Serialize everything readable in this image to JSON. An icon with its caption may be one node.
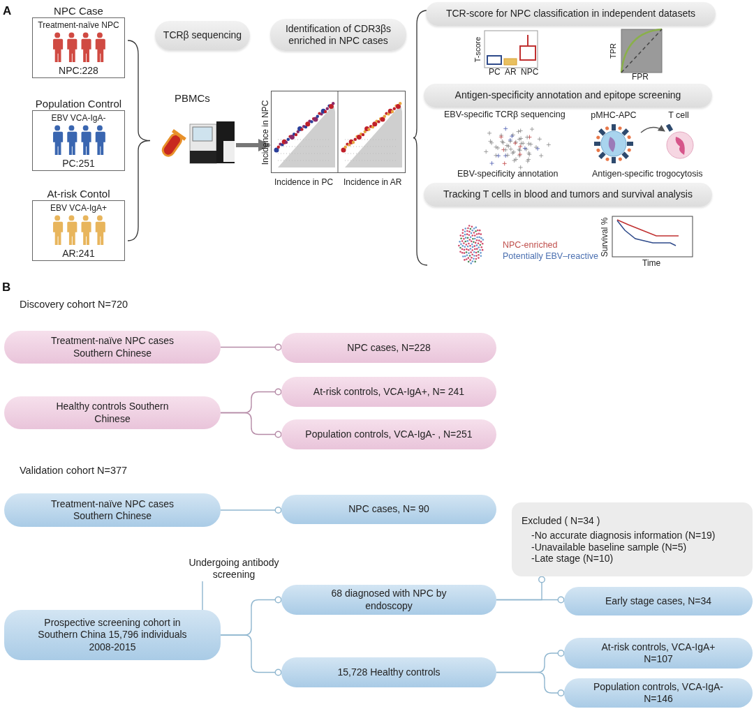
{
  "diagram": {
    "nodes": [
      {
        "text": [
          "NPC Case",
          "Treatment-naïve NPC",
          "NPC:228"
        ]
      },
      {
        "text": [
          "Population Control",
          "EBV VCA-IgA-",
          "PC:251"
        ]
      },
      {
        "text": [
          "At-risk Contol",
          "EBV VCA-IgA+",
          "AR:241"
        ]
      },
      {
        "text": [
          "TCRβ sequencing"
        ]
      },
      {
        "text": [
          "Identification of CDR3βs enriched in NPC cases"
        ]
      },
      {
        "text": [],
        "shape": "picture"
      },
      {
        "text": [],
        "shape": "picture"
      },
      {
        "text": [
          "TCR-score for NPC classification in independent datasets"
        ]
      },
      {
        "text": [
          "Antigen-specificity annotation and epitope screening"
        ]
      },
      {
        "text": [
          "pMHC-APC"
        ]
      },
      {
        "text": [
          "T cell"
        ]
      },
      {
        "text": [
          "Tracking T cells in blood and tumors and survival analysis"
        ]
      },
      {
        "text": [
          "Treatment-naïve NPC cases Southern Chinese"
        ]
      },
      {
        "text": [
          "NPC cases, N=228"
        ]
      },
      {
        "text": [
          "Healthy controls Southern Chinese"
        ]
      },
      {
        "text": [
          "At-risk controls, VCA-IgA+, N= 241"
        ]
      },
      {
        "text": [
          "Population controls, VCA-IgA- , N=251"
        ]
      },
      {
        "text": [
          "Treatment-naïve NPC cases Southern Chinese"
        ]
      },
      {
        "text": [
          "NPC cases, N= 90"
        ]
      },
      {
        "text": [
          "Excluded ( N=34 )",
          "-No accurate diagnosis information (N=19)",
          "-Unavailable baseline sample (N=5)",
          "-Late stage (N=10)"
        ]
      },
      {
        "text": [
          "Undergoing antibody screening"
        ]
      },
      {
        "text": [
          "Prospective screening cohort in Southern China 15,796 individuals 2008-2015"
        ]
      },
      {
        "text": [
          "68 diagnosed with NPC by endoscopy"
        ]
      },
      {
        "text": [
          "Early stage cases, N=34"
        ]
      },
      {
        "text": [
          "15,728 Healthy controls"
        ]
      },
      {
        "text": [
          "At-risk controls, VCA-IgA+ N=107"
        ]
      },
      {
        "text": [
          "Population controls, VCA-IgA- N=146"
        ]
      }
    ],
    "edges": [
      {
        "from": 5,
        "to": 6,
        "arrow": "to",
        "style": "thick",
        "color": "#777777"
      },
      {
        "from": 9,
        "to": 10,
        "arrow": "to",
        "color": "#555555"
      },
      {
        "from": 12,
        "to": 13,
        "arrow": "other",
        "color": "#b58aa6"
      },
      {
        "from": 14,
        "to": 15,
        "arrow": "other",
        "color": "#b58aa6"
      },
      {
        "from": 14,
        "to": 16,
        "arrow": "other",
        "color": "#b58aa6"
      },
      {
        "from": 17,
        "to": 18,
        "arrow": "other"
      },
      {
        "from": 20,
        "to": 21,
        "arrow": "none"
      },
      {
        "from": 21,
        "to": 22,
        "arrow": "other"
      },
      {
        "from": 21,
        "to": 24,
        "arrow": "other"
      },
      {
        "from": 22,
        "to": 19,
        "arrow": "other"
      },
      {
        "from": 22,
        "to": 23,
        "arrow": "other"
      },
      {
        "from": 24,
        "to": 25,
        "arrow": "other"
      },
      {
        "from": 24,
        "to": 26,
        "arrow": "other"
      }
    ],
    "labels": [
      "A",
      "PBMCs",
      "Incidence in NPC",
      "Incidence in PC",
      "Incidence in AR",
      "T-score",
      "PC",
      "AR",
      "NPC",
      "TPR",
      "FPR",
      "EBV-specific TCRβ sequencing",
      "EBV-specificity annotation",
      "Antigen-specific trogocytosis",
      "NPC-enriched",
      "Potentially EBV–reactive",
      "Survival %",
      "Time",
      "B",
      "Discovery cohort N=720",
      "Validation cohort N=377"
    ]
  }
}
